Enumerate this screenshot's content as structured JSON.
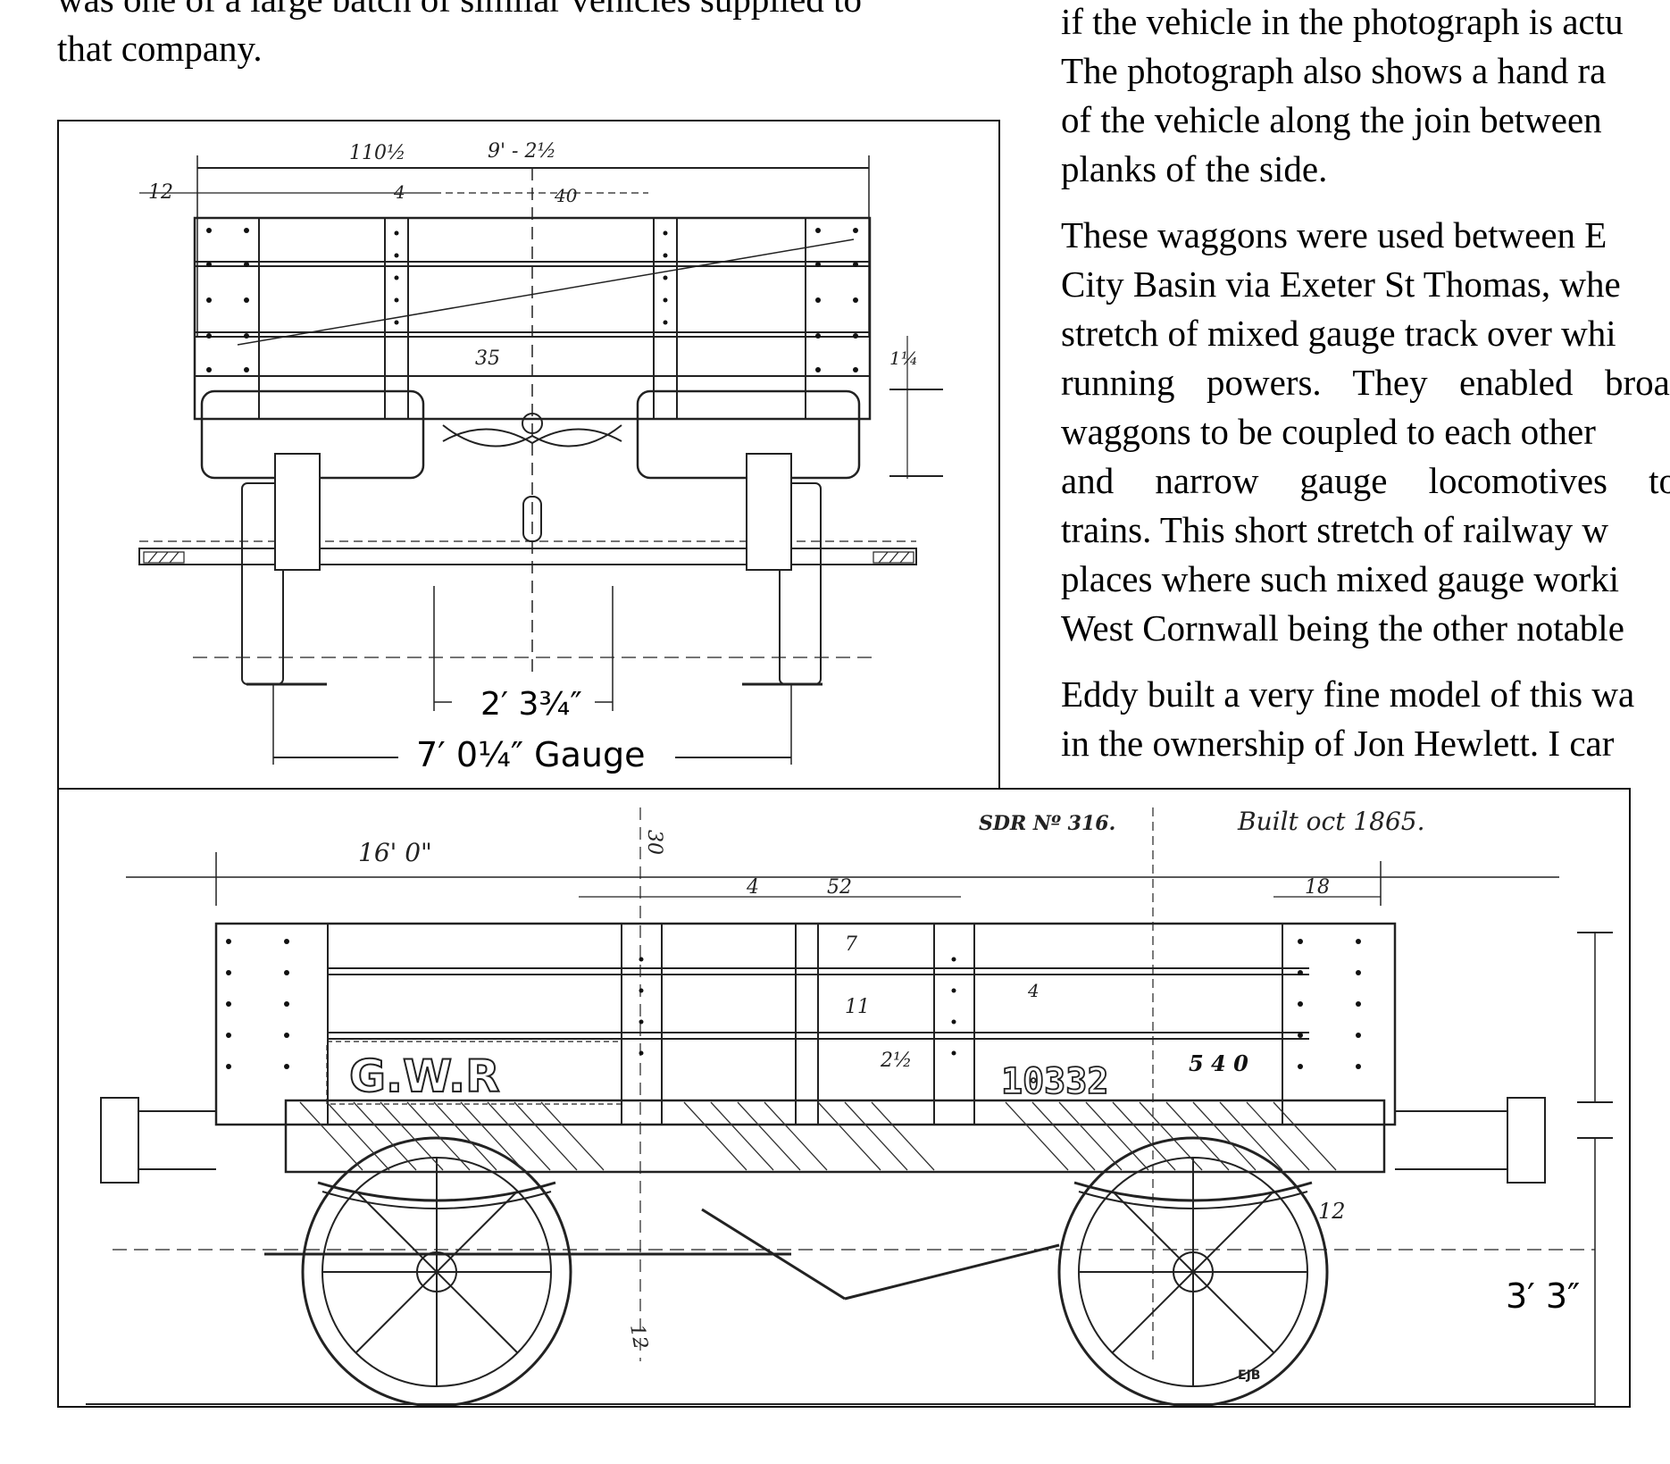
{
  "left_text": {
    "line1": "was one of a large batch of similar vehicles supplied to",
    "line2": "that company."
  },
  "right_text": {
    "para1": [
      "if the vehicle in the photograph is actu",
      "The photograph also shows a hand ra",
      "of the vehicle along the join between",
      "planks of the side."
    ],
    "para2": [
      "These waggons were used between E",
      "City Basin via Exeter St Thomas, whe",
      "stretch of mixed gauge track over whi",
      "running powers. They enabled broac",
      "waggons to be coupled to each other",
      "and narrow gauge locomotives to",
      "trains. This short stretch of railway w",
      "places where such mixed gauge worki",
      "West Cornwall being the other notable"
    ],
    "para3": [
      "Eddy built a very fine model of this wa",
      "in the ownership of Jon Hewlett. I car"
    ]
  },
  "end_view": {
    "dim_top_left": "110½",
    "dim_top_mid": "9' - 2½",
    "dim_12": "12",
    "dim_4": "4",
    "dim_40": "40",
    "dim_35": "35",
    "dim_1_1_4": "1¼",
    "dim_inner_gauge": "2′ 3¾″",
    "dim_gauge": "7′ 0¼″ Gauge"
  },
  "side_view": {
    "dim_30": "30",
    "dim_16_0": "16' 0\"",
    "note_sdr": "SDR Nº 316.",
    "note_built": "Built  oct  1865.",
    "dim_4": "4",
    "dim_52": "52",
    "dim_18": "18",
    "dim_7": "7",
    "dim_11": "11",
    "dim_2_half": "2½",
    "dim_4b": "4",
    "lettering_gwr": "G.W.R",
    "number_10332": "10332",
    "number_540": "5 4 0",
    "dim_12": "12",
    "dim_12b": "12",
    "signature": "EJB",
    "dim_height": "3′ 3″"
  }
}
